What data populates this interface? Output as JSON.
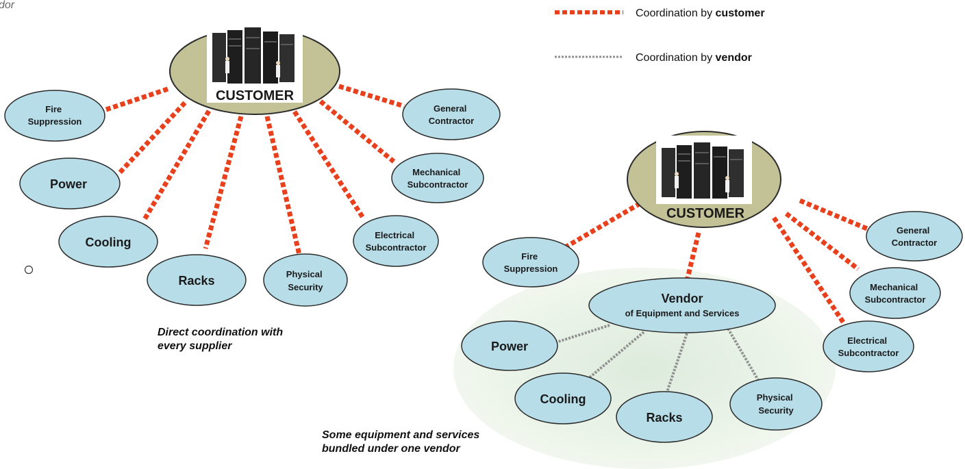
{
  "corner_text": "dor",
  "legend": {
    "customer": {
      "prefix": "Coordination by ",
      "strong": "customer",
      "color": "#e8401c"
    },
    "vendor": {
      "prefix": "Coordination by ",
      "strong": "vendor",
      "color": "#909090"
    }
  },
  "left_diagram": {
    "customer_label": "CUSTOMER",
    "nodes": {
      "fire": [
        "Fire",
        "Suppression"
      ],
      "power": [
        "Power"
      ],
      "cooling": [
        "Cooling"
      ],
      "racks": [
        "Racks"
      ],
      "physical": [
        "Physical",
        "Security"
      ],
      "electrical": [
        "Electrical",
        "Subcontractor"
      ],
      "mechanical": [
        "Mechanical",
        "Subcontractor"
      ],
      "general": [
        "General",
        "Contractor"
      ]
    },
    "caption": [
      "Direct coordination with",
      "every supplier"
    ]
  },
  "right_diagram": {
    "customer_label": "CUSTOMER",
    "vendor": {
      "title": "Vendor",
      "subtitle": "of Equipment and Services"
    },
    "nodes": {
      "fire": [
        "Fire",
        "Suppression"
      ],
      "power": [
        "Power"
      ],
      "cooling": [
        "Cooling"
      ],
      "racks": [
        "Racks"
      ],
      "physical": [
        "Physical",
        "Security"
      ],
      "electrical": [
        "Electrical",
        "Subcontractor"
      ],
      "mechanical": [
        "Mechanical",
        "Subcontractor"
      ],
      "general": [
        "General",
        "Contractor"
      ]
    },
    "caption": [
      "Some equipment and services",
      "bundled under one vendor"
    ]
  },
  "colors": {
    "supplier_fill": "#b7dde8",
    "customer_fill": "#c3c196",
    "bundle_fill": "#e6f1e6",
    "outline": "#2b2b2b"
  },
  "icons": [
    "server-room-photo-icon"
  ]
}
